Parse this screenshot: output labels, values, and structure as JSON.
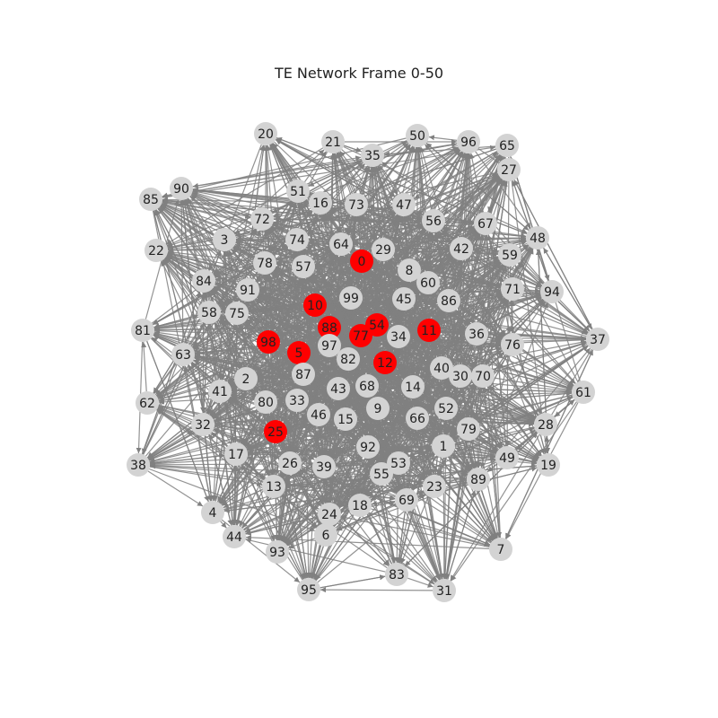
{
  "title": "TE Network Frame 0-50",
  "colors": {
    "background": "#ffffff",
    "edge": "#808080",
    "node_default": "#d3d3d3",
    "node_highlight": "#ff0000",
    "label": "#222222"
  },
  "highlighted_nodes": [
    "0",
    "10",
    "88",
    "54",
    "77",
    "11",
    "98",
    "5",
    "12",
    "25"
  ],
  "nodes": [
    {
      "id": "0"
    },
    {
      "id": "1"
    },
    {
      "id": "2"
    },
    {
      "id": "3"
    },
    {
      "id": "4"
    },
    {
      "id": "5"
    },
    {
      "id": "6"
    },
    {
      "id": "7"
    },
    {
      "id": "8"
    },
    {
      "id": "9"
    },
    {
      "id": "10"
    },
    {
      "id": "11"
    },
    {
      "id": "12"
    },
    {
      "id": "13"
    },
    {
      "id": "14"
    },
    {
      "id": "15"
    },
    {
      "id": "16"
    },
    {
      "id": "17"
    },
    {
      "id": "18"
    },
    {
      "id": "19"
    },
    {
      "id": "20"
    },
    {
      "id": "21"
    },
    {
      "id": "22"
    },
    {
      "id": "23"
    },
    {
      "id": "24"
    },
    {
      "id": "25"
    },
    {
      "id": "26"
    },
    {
      "id": "27"
    },
    {
      "id": "28"
    },
    {
      "id": "29"
    },
    {
      "id": "30"
    },
    {
      "id": "31"
    },
    {
      "id": "32"
    },
    {
      "id": "33"
    },
    {
      "id": "34"
    },
    {
      "id": "35"
    },
    {
      "id": "36"
    },
    {
      "id": "37"
    },
    {
      "id": "38"
    },
    {
      "id": "39"
    },
    {
      "id": "40"
    },
    {
      "id": "41"
    },
    {
      "id": "42"
    },
    {
      "id": "43"
    },
    {
      "id": "44"
    },
    {
      "id": "45"
    },
    {
      "id": "46"
    },
    {
      "id": "47"
    },
    {
      "id": "48"
    },
    {
      "id": "49"
    },
    {
      "id": "50"
    },
    {
      "id": "51"
    },
    {
      "id": "52"
    },
    {
      "id": "53"
    },
    {
      "id": "54"
    },
    {
      "id": "55"
    },
    {
      "id": "56"
    },
    {
      "id": "57"
    },
    {
      "id": "58"
    },
    {
      "id": "59"
    },
    {
      "id": "60"
    },
    {
      "id": "61"
    },
    {
      "id": "62"
    },
    {
      "id": "63"
    },
    {
      "id": "64"
    },
    {
      "id": "65"
    },
    {
      "id": "66"
    },
    {
      "id": "67"
    },
    {
      "id": "68"
    },
    {
      "id": "69"
    },
    {
      "id": "70"
    },
    {
      "id": "71"
    },
    {
      "id": "72"
    },
    {
      "id": "73"
    },
    {
      "id": "74"
    },
    {
      "id": "75"
    },
    {
      "id": "76"
    },
    {
      "id": "77"
    },
    {
      "id": "78"
    },
    {
      "id": "79"
    },
    {
      "id": "80"
    },
    {
      "id": "81"
    },
    {
      "id": "82"
    },
    {
      "id": "83"
    },
    {
      "id": "84"
    },
    {
      "id": "85"
    },
    {
      "id": "86"
    },
    {
      "id": "87"
    },
    {
      "id": "88"
    },
    {
      "id": "89"
    },
    {
      "id": "90"
    },
    {
      "id": "91"
    },
    {
      "id": "92"
    },
    {
      "id": "93"
    },
    {
      "id": "94"
    },
    {
      "id": "95"
    },
    {
      "id": "96"
    },
    {
      "id": "97"
    },
    {
      "id": "98"
    },
    {
      "id": "99"
    }
  ]
}
